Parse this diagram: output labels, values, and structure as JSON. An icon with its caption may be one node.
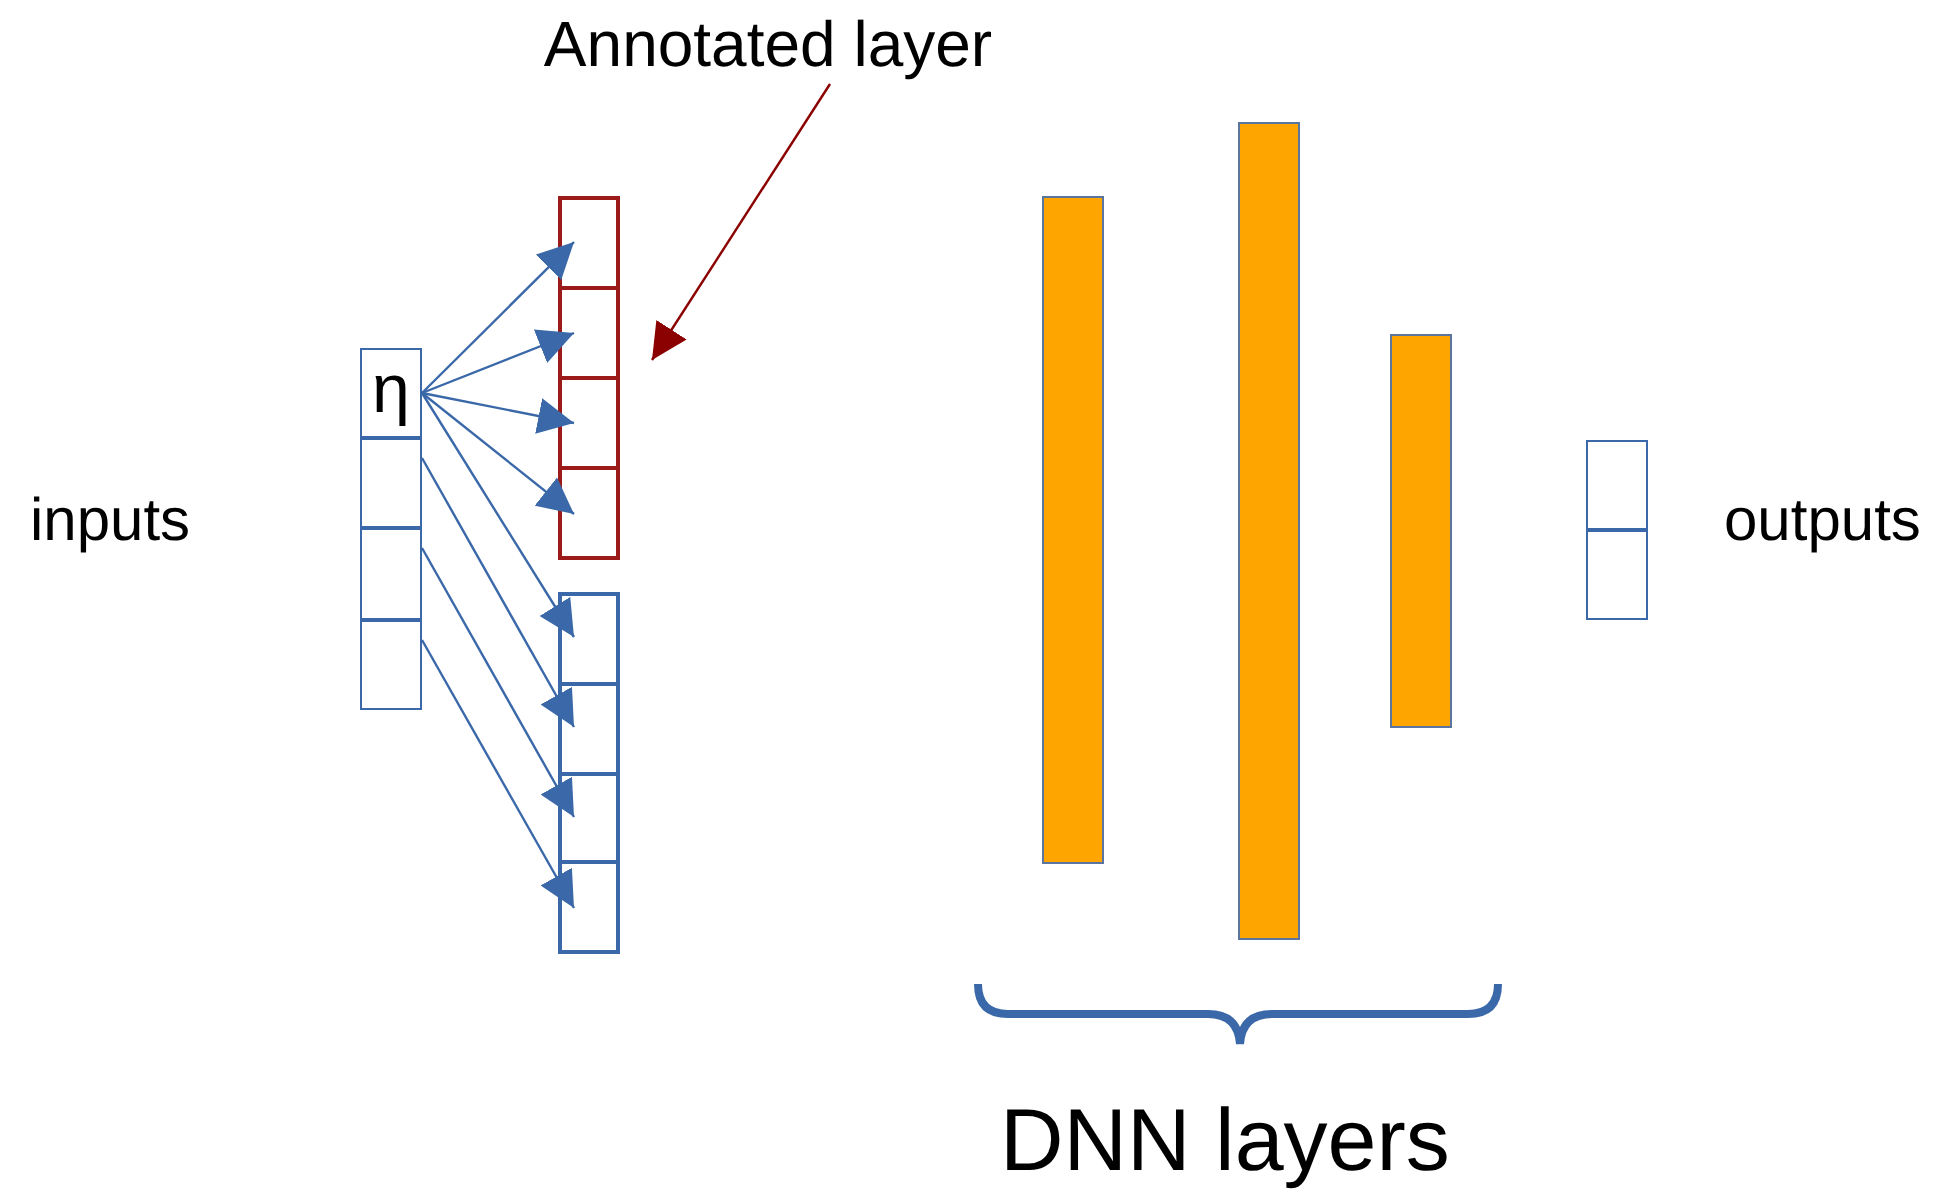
{
  "diagram": {
    "nodes": [
      {
        "text": [
          "Annotated layer"
        ]
      },
      {
        "text": [
          "η"
        ]
      },
      {
        "text": [],
        "shape": "box"
      },
      {
        "text": [],
        "shape": "box"
      },
      {
        "text": [],
        "shape": "box"
      },
      {
        "text": [],
        "shape": "box"
      },
      {
        "text": [],
        "shape": "box",
        "in": 5
      },
      {
        "text": [],
        "shape": "box",
        "in": 5
      },
      {
        "text": [],
        "shape": "box",
        "in": 5
      },
      {
        "text": [],
        "shape": "box",
        "in": 5
      },
      {
        "text": [],
        "shape": "box"
      },
      {
        "text": [],
        "shape": "box",
        "in": 10
      },
      {
        "text": [],
        "shape": "box",
        "in": 10
      },
      {
        "text": [],
        "shape": "box",
        "in": 10
      },
      {
        "text": [],
        "shape": "box",
        "in": 10
      },
      {
        "text": [],
        "shape": "bar"
      },
      {
        "text": [],
        "shape": "bar"
      },
      {
        "text": [],
        "shape": "bar"
      },
      {
        "text": [],
        "shape": "box"
      },
      {
        "text": [],
        "shape": "box"
      }
    ],
    "edges": [
      {
        "from": 0,
        "to": 5,
        "arrow": "to",
        "color": "#8b0000"
      },
      {
        "from": 1,
        "to": 6,
        "arrow": "to"
      },
      {
        "from": 1,
        "to": 7,
        "arrow": "to"
      },
      {
        "from": 1,
        "to": 8,
        "arrow": "to"
      },
      {
        "from": 1,
        "to": 9,
        "arrow": "to"
      },
      {
        "from": 1,
        "to": 11,
        "arrow": "to"
      },
      {
        "from": 2,
        "to": 12,
        "arrow": "to"
      },
      {
        "from": 3,
        "to": 13,
        "arrow": "to"
      },
      {
        "from": 4,
        "to": 14,
        "arrow": "to"
      }
    ],
    "labels": [
      "inputs",
      "outputs",
      "DNN layers"
    ]
  }
}
